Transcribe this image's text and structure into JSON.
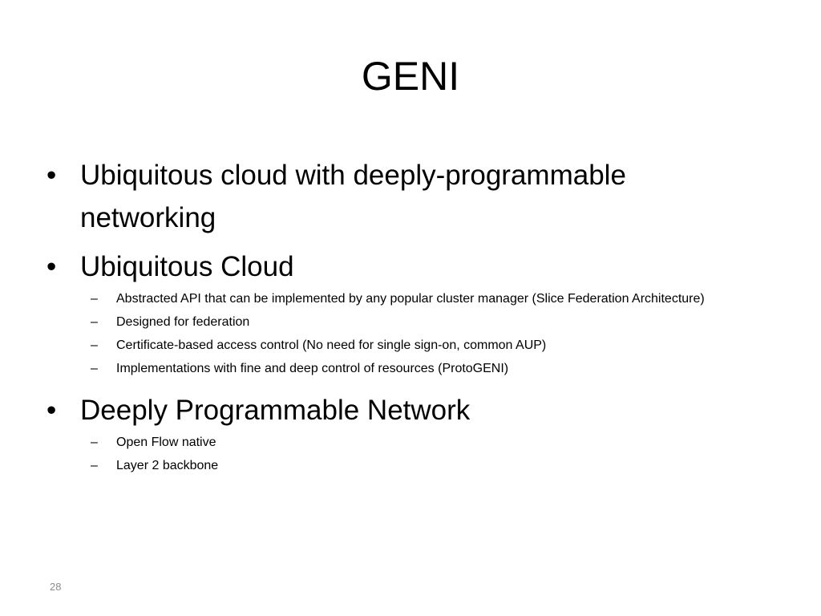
{
  "slide": {
    "title": "GENI",
    "bullets": [
      {
        "text": "Ubiquitous cloud with deeply-programmable networking",
        "subs": []
      },
      {
        "text": "Ubiquitous Cloud",
        "subs": [
          "Abstracted API that can be implemented by any popular cluster manager (Slice Federation Architecture)",
          "Designed for federation",
          "Certificate-based access control (No need for single sign-on, common AUP)",
          "Implementations with fine and deep control of resources (ProtoGENI)"
        ]
      },
      {
        "text": "Deeply Programmable Network",
        "subs": [
          "Open Flow native",
          "Layer 2 backbone"
        ]
      }
    ],
    "bullet_glyph": "•",
    "sub_glyph": "–",
    "page_number": "28"
  },
  "colors": {
    "background": "#ffffff",
    "text": "#000000",
    "page_number": "#8c8c8c"
  }
}
